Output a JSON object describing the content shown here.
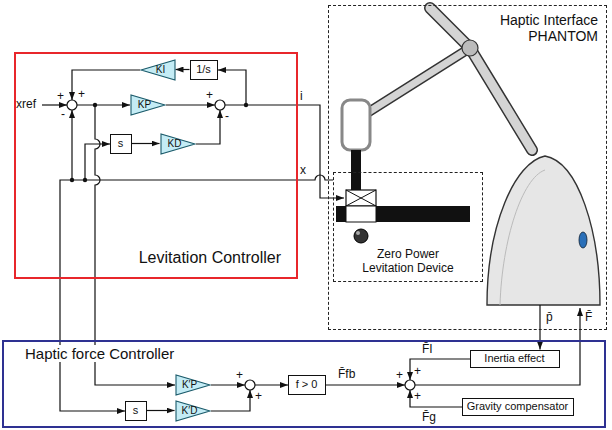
{
  "diagram": {
    "nodes": [
      {
        "text": [
          "Levitation Controller"
        ]
      },
      {
        "text": [
          "KI"
        ],
        "in": 0
      },
      {
        "text": [
          "1/s"
        ],
        "in": 0
      },
      {
        "text": [
          "KP"
        ],
        "in": 0
      },
      {
        "text": [
          "s"
        ],
        "in": 0
      },
      {
        "text": [
          "KD"
        ],
        "in": 0
      },
      {
        "text": [
          "Haptic Interface PHANTOM"
        ]
      },
      {
        "text": [
          "Zero Power Levitation Device"
        ],
        "in": 6
      },
      {
        "text": [
          "Haptic force Controller"
        ]
      },
      {
        "text": [
          "K′P"
        ],
        "in": 8
      },
      {
        "text": [
          "s"
        ],
        "in": 8
      },
      {
        "text": [
          "K′D"
        ],
        "in": 8
      },
      {
        "text": [
          "f > 0"
        ],
        "in": 8
      },
      {
        "text": [
          "Inertia effect"
        ],
        "in": 8
      },
      {
        "text": [
          "Gravity compensator"
        ],
        "in": 8
      }
    ],
    "edges": [
      {
        "from": 2,
        "to": 1,
        "arrow": "to"
      },
      {
        "from": 4,
        "to": 5,
        "arrow": "to"
      },
      {
        "from": 10,
        "to": 11,
        "arrow": "to"
      },
      {
        "from": 6,
        "to": 13,
        "label": "p̄",
        "arrow": "to"
      }
    ],
    "labels": [
      "xref",
      "+",
      "+",
      "-",
      "+",
      "-",
      "i",
      "x",
      "+",
      "+",
      "F̄fb",
      "+",
      "F̄I",
      "+",
      "+",
      "F̄g",
      "F̄"
    ]
  }
}
